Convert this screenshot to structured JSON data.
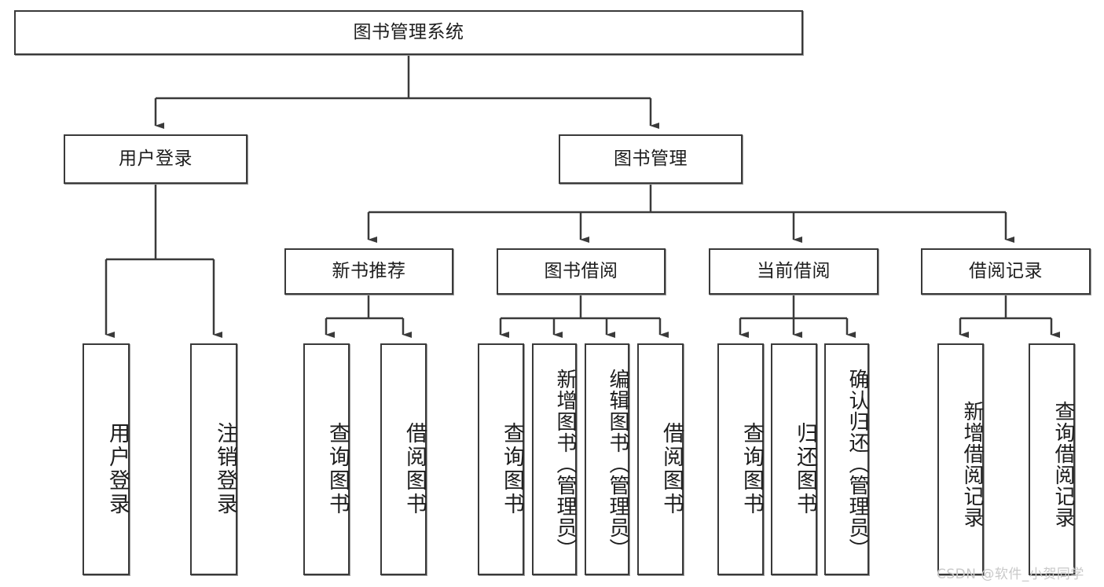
{
  "diagram": {
    "title": "图书管理系统",
    "type": "hierarchy-tree",
    "root": {
      "label": "图书管理系统"
    },
    "level2": [
      {
        "label": "用户登录"
      },
      {
        "label": "图书管理"
      }
    ],
    "level3": [
      {
        "label": "新书推荐"
      },
      {
        "label": "图书借阅"
      },
      {
        "label": "当前借阅"
      },
      {
        "label": "借阅记录"
      }
    ],
    "leaves": {
      "user_login": [
        {
          "label": "用户登录"
        },
        {
          "label": "注销登录"
        }
      ],
      "new_book_recommend": [
        {
          "label": "查询图书"
        },
        {
          "label": "借阅图书"
        }
      ],
      "book_borrow": [
        {
          "label": "查询图书"
        },
        {
          "label": "新增图书（管理员）"
        },
        {
          "label": "编辑图书（管理员）"
        },
        {
          "label": "借阅图书"
        }
      ],
      "current_borrow": [
        {
          "label": "查询图书"
        },
        {
          "label": "归还图书"
        },
        {
          "label": "确认归还（管理员）"
        }
      ],
      "borrow_record": [
        {
          "label": "新增借阅记录"
        },
        {
          "label": "查询借阅记录"
        }
      ]
    },
    "watermark": "CSDN @软件_小贺同学",
    "colors": {
      "border": "#3a3a3a",
      "text": "#1d1d1d",
      "background": "#ffffff",
      "watermark": "#c9c9c9"
    }
  }
}
